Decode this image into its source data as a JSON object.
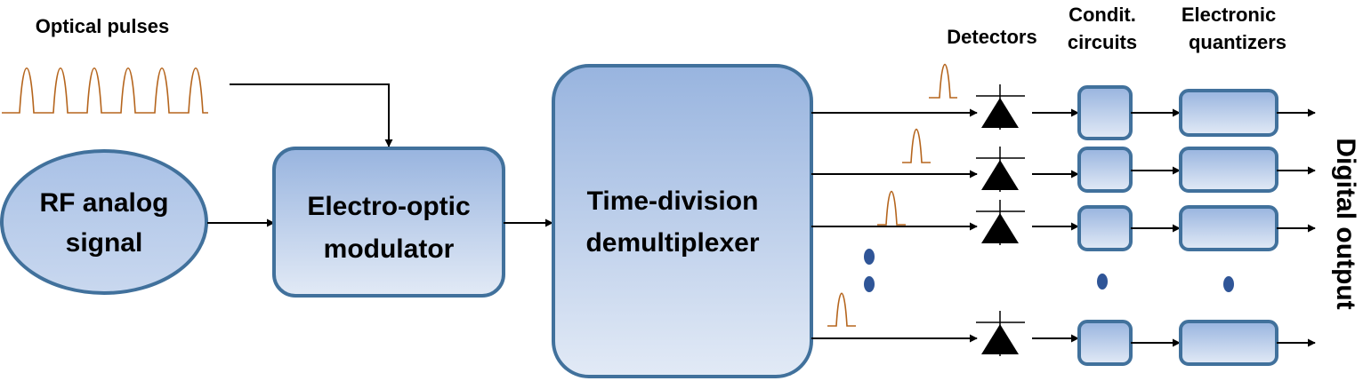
{
  "labels": {
    "optical_pulses": "Optical pulses",
    "detectors": "Detectors",
    "condit_line1": "Condit.",
    "condit_line2": "circuits",
    "quantizers_line1": "Electronic",
    "quantizers_line2": "quantizers",
    "rf_line1": "RF analog",
    "rf_line2": "signal",
    "eom_line1": "Electro-optic",
    "eom_line2": "modulator",
    "tdd_line1": "Time-division",
    "tdd_line2": "demultiplexer",
    "digital_output": "Digital output"
  },
  "colors": {
    "box_fill_top": "#9bb6e0",
    "box_fill_bottom": "#dde7f5",
    "box_stroke": "#41719c",
    "pulse_stroke": "#b5651d",
    "dot_fill": "#2f5597"
  },
  "channel_count_shown": 4,
  "icons": {
    "detector": "photodiode-icon",
    "arrow": "arrow-right-icon",
    "ellipsis": "vertical-dots-icon"
  }
}
